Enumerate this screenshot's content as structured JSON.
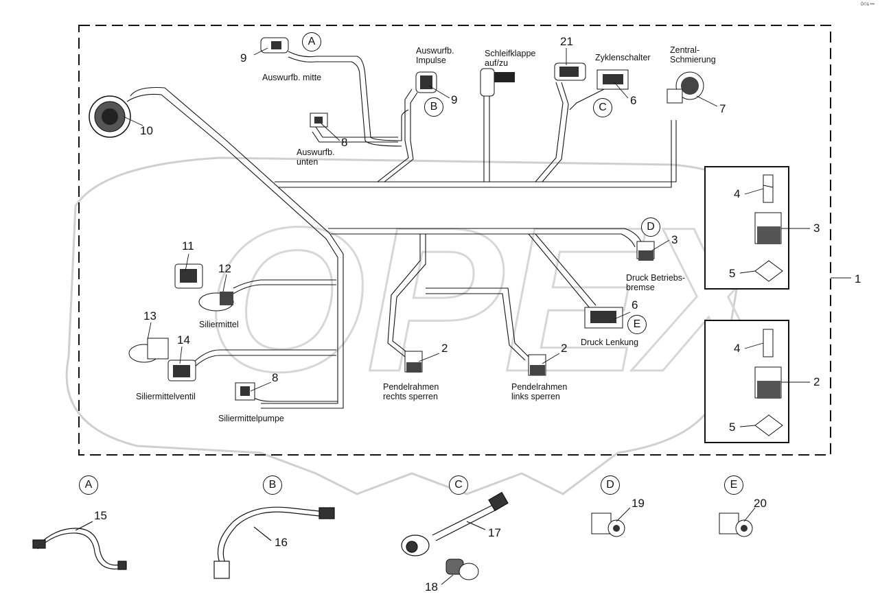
{
  "corner_mark": "Ô©â •••",
  "watermark": {
    "text": "OPEX",
    "color": "#d9d9d9"
  },
  "frame_ref": "1",
  "wire_labels": {
    "auswurf_mitte": "Auswurfb. mitte",
    "auswurf_unten": "Auswurfb.\nunten",
    "auswurf_impulse": "Auswurfb.\nImpulse",
    "schleifklappe": "Schleifklappe\nauf/zu",
    "zyklenschalter": "Zyklenschalter",
    "zentral": "Zentral-\nSchmierung",
    "siliermittel": "Siliermittel",
    "siliermittelventil": "Siliermittelventil",
    "siliermittelpumpe": "Siliermittelpumpe",
    "pendel_rechts": "Pendelrahmen\nrechts sperren",
    "pendel_links": "Pendelrahmen\nlinks sperren",
    "druck_betriebs": "Druck Betriebs-\nbremse",
    "druck_lenkung": "Druck Lenkung"
  },
  "numbers": {
    "n9a": "9",
    "n9b": "9",
    "n10": "10",
    "n8a": "8",
    "n8b": "8",
    "n21": "21",
    "n6a": "6",
    "n6b": "6",
    "n7": "7",
    "n3": "3",
    "n11": "11",
    "n12": "12",
    "n13": "13",
    "n14": "14",
    "n2a": "2",
    "n2b": "2",
    "box1_4": "4",
    "box1_3": "3",
    "box1_5": "5",
    "box2_4": "4",
    "box2_2": "2",
    "box2_5": "5",
    "n1": "1",
    "n15": "15",
    "n16": "16",
    "n17": "17",
    "n18": "18",
    "n19": "19",
    "n20": "20"
  },
  "circle_refs": {
    "a_top": "A",
    "b_top": "B",
    "c_top": "C",
    "d_top": "D",
    "e_top": "E",
    "a_bot": "A",
    "b_bot": "B",
    "c_bot": "C",
    "d_bot": "D",
    "e_bot": "E"
  }
}
